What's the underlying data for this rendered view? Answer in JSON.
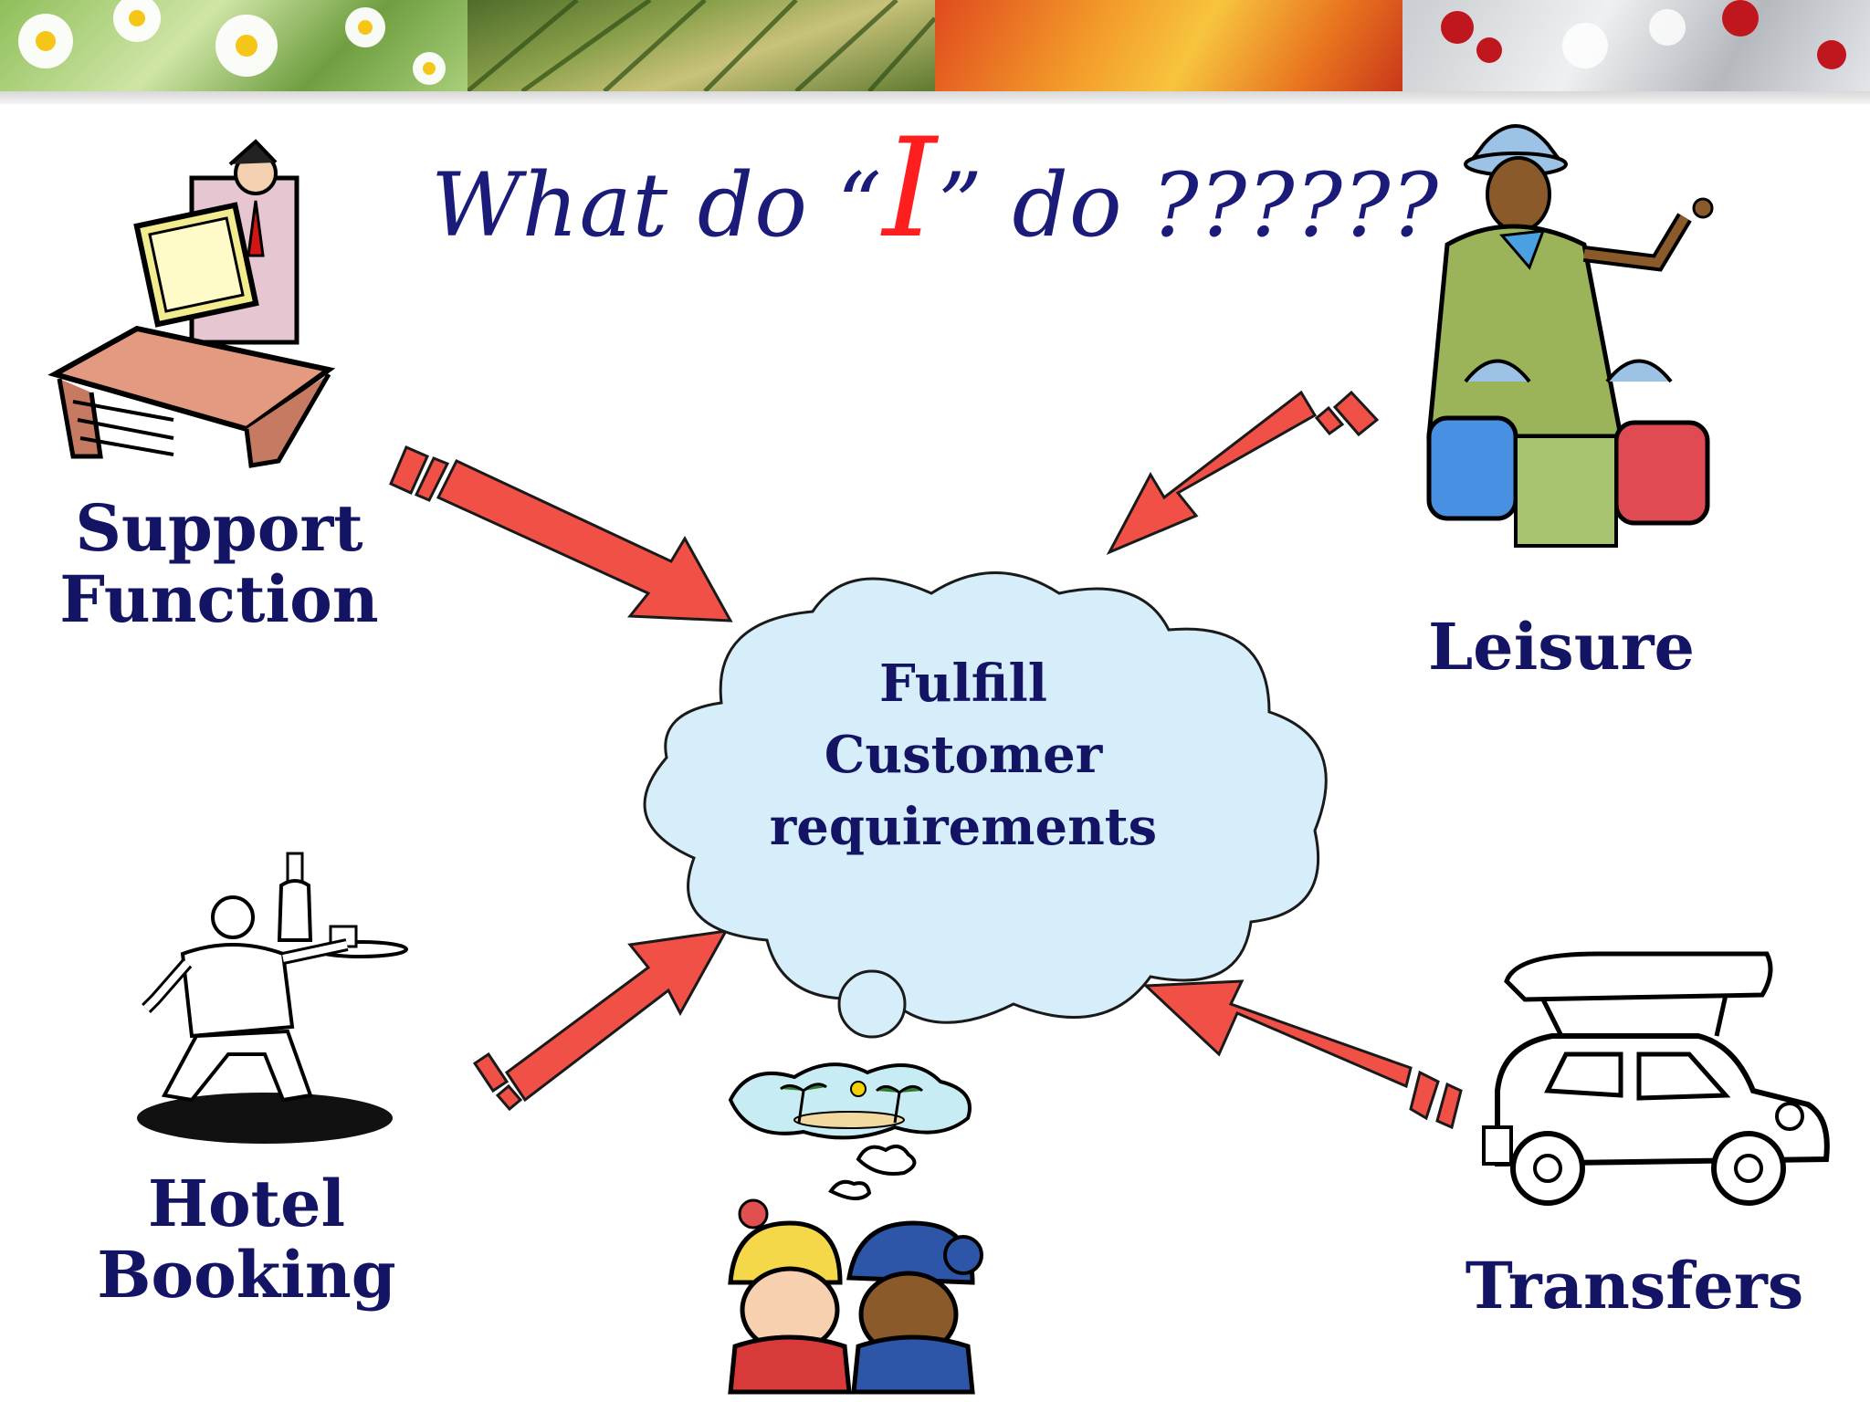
{
  "slide": {
    "title_pre": "What  do “",
    "title_i": "I",
    "title_post": "” do ??????",
    "center_label": "Fulfill\nCustomer\nrequirements",
    "labels": {
      "support": "Support\nFunction",
      "leisure": "Leisure",
      "hotel": "Hotel\nBooking",
      "transfers": "Transfers"
    }
  },
  "icons": {
    "banner": [
      "daisy-flowers-photo",
      "palm-leaves-photo",
      "autumn-leaves-photo",
      "winter-berries-photo"
    ],
    "clipart": [
      "office-worker-at-desk-icon",
      "tour-guide-with-kids-icon",
      "waiter-with-tray-icon",
      "couple-dreaming-of-beach-icon",
      "car-with-boat-icon"
    ]
  },
  "colors": {
    "title": "#1b1b7a",
    "accent": "#ff1e1e",
    "label": "#141464",
    "arrow": "#f05046",
    "cloud": "#d6eefa"
  }
}
